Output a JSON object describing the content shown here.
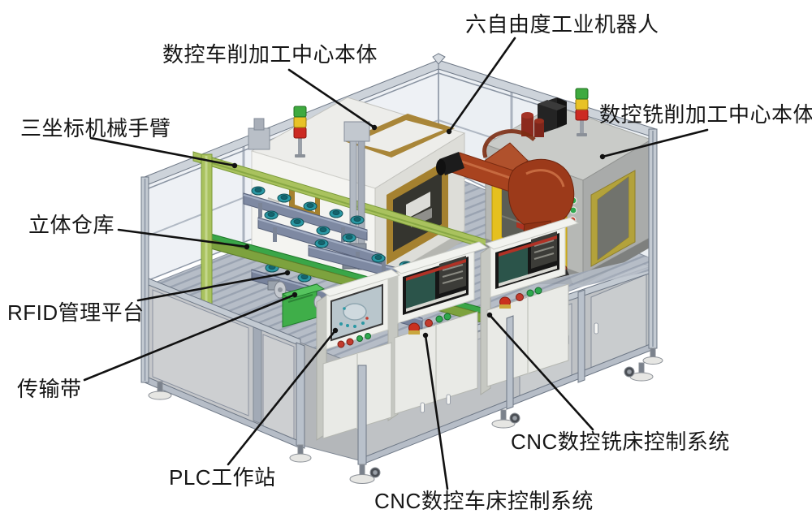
{
  "diagram": {
    "type": "labeled-equipment-diagram",
    "labels": [
      {
        "id": "lathe-body",
        "text": "数控车削加工中心本体"
      },
      {
        "id": "robot-6dof",
        "text": "六自由度工业机器人"
      },
      {
        "id": "milling-body",
        "text": "数控铣削加工中心本体"
      },
      {
        "id": "cartesian-arm",
        "text": "三坐标机械手臂"
      },
      {
        "id": "stereo-warehouse",
        "text": "立体仓库"
      },
      {
        "id": "rfid-platform",
        "text": "RFID管理平台"
      },
      {
        "id": "conveyor-belt",
        "text": "传输带"
      },
      {
        "id": "plc-workstation",
        "text": "PLC工作站"
      },
      {
        "id": "cnc-mill-controller",
        "text": "CNC数控铣床控制系统"
      },
      {
        "id": "cnc-lathe-controller",
        "text": "CNC数控车床控制系统"
      }
    ],
    "colors": {
      "robot_orange": "#a8431f",
      "gantry_green": "#a9c25e",
      "conveyor_green": "#3aa648",
      "warehouse_teal": "#2a98a4",
      "milling_yellow": "#e5c01f",
      "window_tan": "#a5812f",
      "frame_gray": "#c3cad2",
      "panel_gray": "#c5c7ca",
      "signal_green": "#3faa3f",
      "signal_yellow": "#e8c227",
      "signal_red": "#cc2a22",
      "screen_dark": "#161616",
      "hmi_screen": "#b9c6cc",
      "leader_line": "#111111"
    }
  }
}
